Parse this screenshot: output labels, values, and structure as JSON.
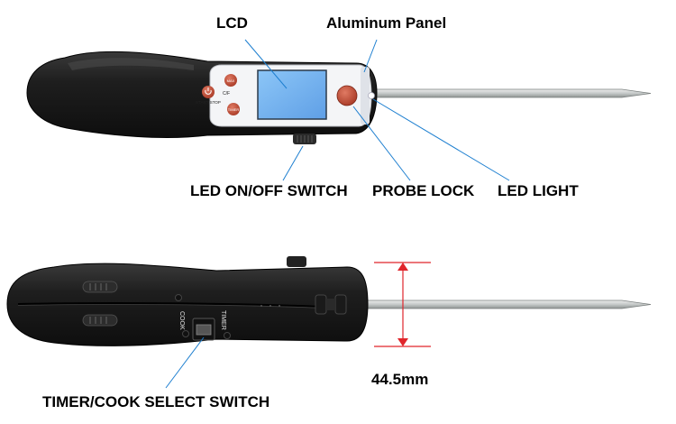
{
  "labels": {
    "lcd": "LCD",
    "aluminum_panel": "Aluminum Panel",
    "led_switch": "LED ON/OFF SWITCH",
    "probe_lock": "PROBE LOCK",
    "led_light": "LED LIGHT",
    "dimension": "44.5mm",
    "timer_cook": "TIMER/COOK SELECT SWITCH"
  },
  "device_text": {
    "cf": "C/F",
    "start_stop": "START/STOP",
    "cook": "COOK",
    "timer": "TIMER"
  },
  "colors": {
    "body": "#1c1c1c",
    "panel": "#ffffff",
    "lcd": "#78b4f0",
    "button": "#c0503a",
    "probe": "#c8cccb",
    "leader": "#1e7fd0",
    "dimension": "#e0252b"
  }
}
